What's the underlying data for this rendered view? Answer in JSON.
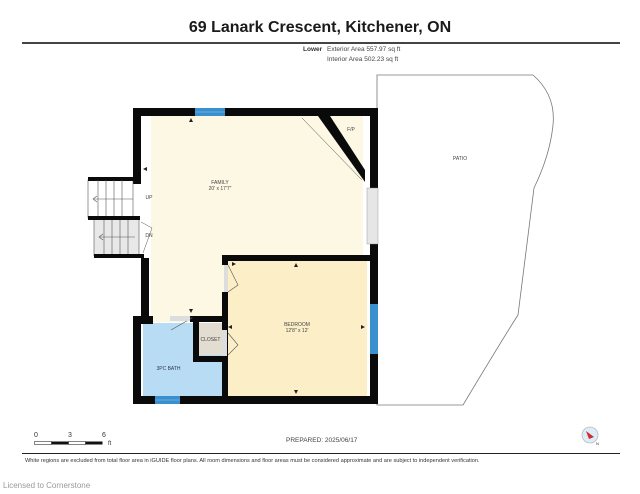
{
  "header": {
    "title": "69 Lanark Crescent, Kitchener, ON",
    "level": "Lower",
    "exterior_area": "Exterior Area 557.97 sq ft",
    "interior_area": "Interior Area 502.23 sq ft"
  },
  "rooms": {
    "family": {
      "name": "FAMILY",
      "dims": "20' x 17'7\""
    },
    "bedroom": {
      "name": "BEDROOM",
      "dims": "12'8\" x 12'"
    },
    "bath": {
      "name": "3PC BATH"
    },
    "closet": {
      "name": "CLOSET"
    },
    "patio": {
      "name": "PATIO"
    },
    "fireplace": {
      "name": "F/P"
    },
    "stairs_up": {
      "label": "UP"
    },
    "stairs_down": {
      "label": "DN"
    }
  },
  "colors": {
    "family_fill": "#fdf8e4",
    "bedroom_fill": "#fcefc7",
    "bath_fill": "#b9dcf5",
    "closet_fill": "#e3ddd1",
    "wall": "#0a0a0a",
    "window": "#3a8fcf"
  },
  "scale_bar": {
    "ticks": [
      "0",
      "3",
      "6"
    ],
    "unit": "ft"
  },
  "footer": {
    "prepared": "PREPARED: 2025/06/17",
    "disclaimer": "White regions are excluded from total floor area in iGUIDE floor plans. All room dimensions and floor areas must be considered approximate and are subject to independent verification.",
    "license": "Licensed to Cornerstone"
  }
}
